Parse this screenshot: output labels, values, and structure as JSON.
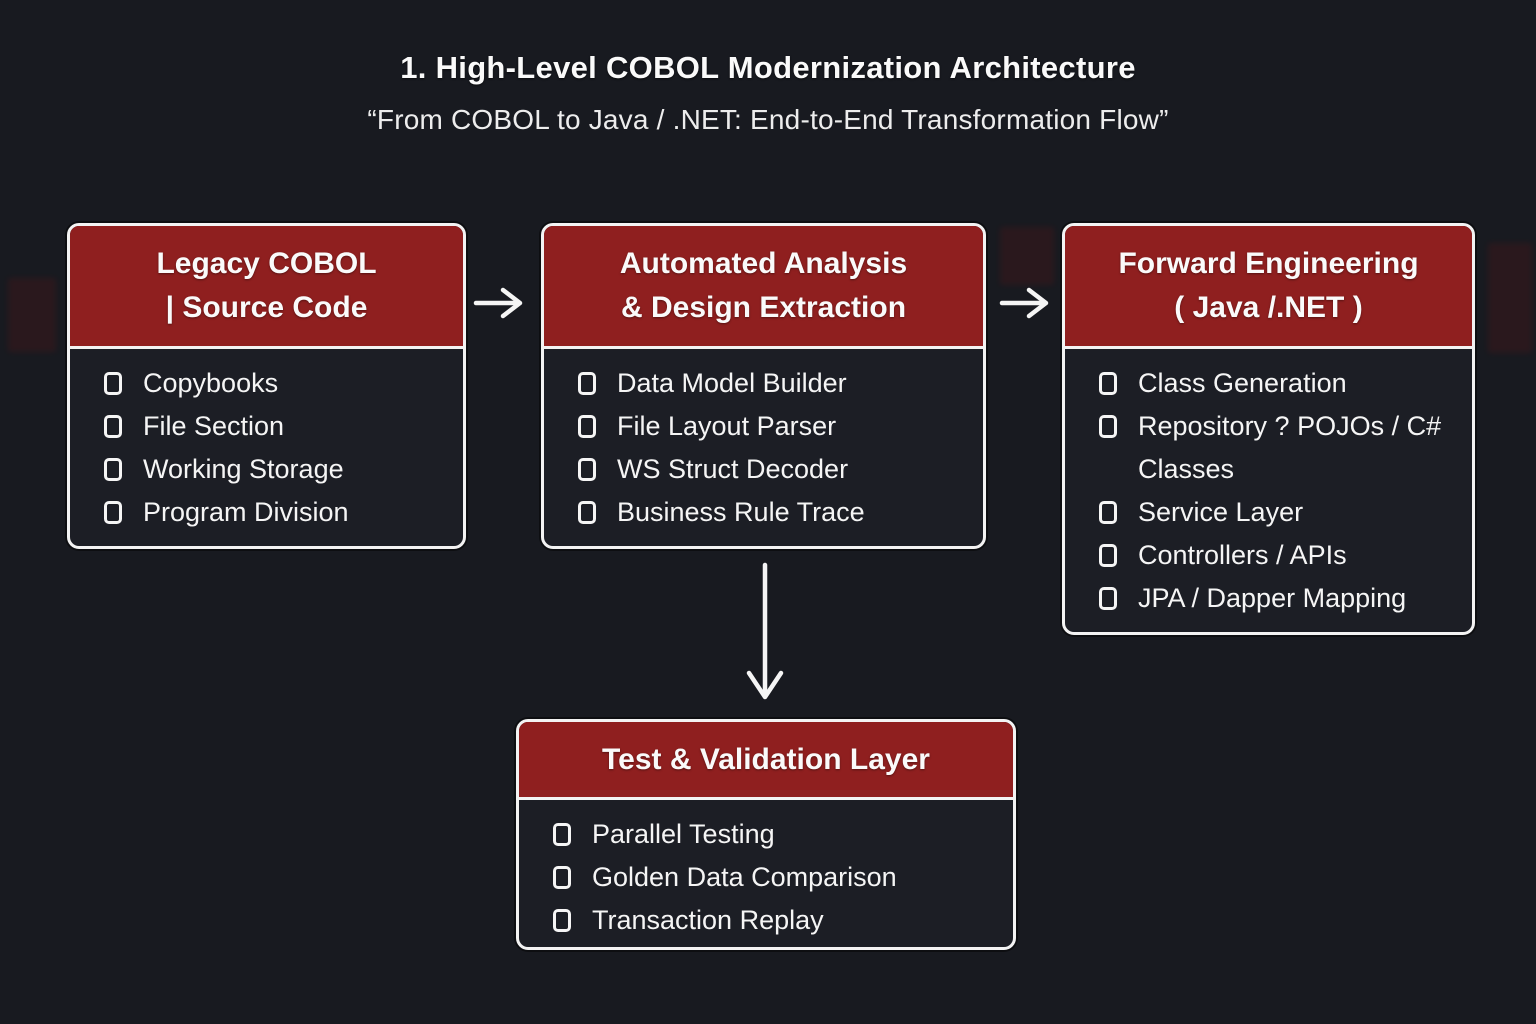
{
  "header": {
    "title": "1. High-Level COBOL Modernization Architecture",
    "subtitle": "“From COBOL to Java / .NET: End-to-End Transformation Flow”"
  },
  "colors": {
    "header_red": "#8f1f1f",
    "canvas_background": "#181a20",
    "box_background": "#1c1e25",
    "border_white": "#f3f3f3",
    "text_white": "#f5f5f5"
  },
  "boxes": [
    {
      "name": "legacy-cobol-source-code",
      "title_line1": "Legacy COBOL",
      "title_line2": "| Source Code",
      "items": [
        "Copybooks",
        "File Section",
        "Working Storage",
        "Program Division"
      ]
    },
    {
      "name": "automated-analysis-design-extraction",
      "title_line1": "Automated Analysis",
      "title_line2": "& Design Extraction",
      "items": [
        "Data Model Builder",
        "File Layout Parser",
        "WS Struct Decoder",
        "Business Rule Trace"
      ]
    },
    {
      "name": "forward-engineering-java-net",
      "title_line1": "Forward Engineering",
      "title_line2": "( Java /.NET )",
      "items": [
        "Class Generation",
        "Repository ? POJOs / C# Classes",
        "Service Layer",
        "Controllers / APIs",
        "JPA / Dapper Mapping"
      ]
    },
    {
      "name": "test-validation-layer",
      "title_line1": "Test & Validation Layer",
      "items": [
        "Parallel Testing",
        "Golden Data Comparison",
        "Transaction Replay"
      ]
    }
  ]
}
